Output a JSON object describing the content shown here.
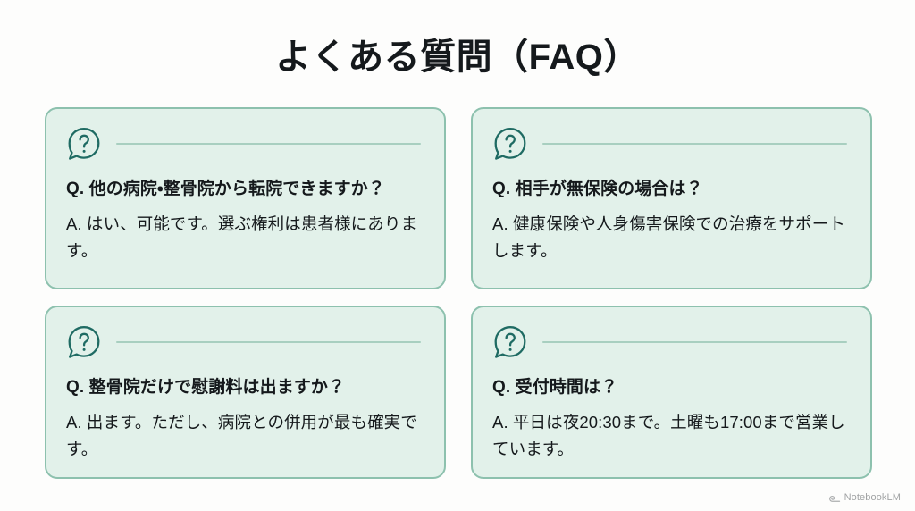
{
  "page": {
    "title": "よくある質問（FAQ）",
    "background_color": "#fdfdfc",
    "title_color": "#15191c"
  },
  "theme": {
    "card_background": "#e2f1ea",
    "card_border": "#8dc1ae",
    "icon_color": "#1f6b63",
    "rule_color": "#a8cfc0",
    "text_color": "#15191c"
  },
  "faq": {
    "icon_name": "question-speech-bubble-icon",
    "cards": [
      {
        "question": "Q. 他の病院・整骨院から転院できますか？",
        "answer": "A. はい、可能です。選ぶ権利は患者様にあります。"
      },
      {
        "question": "Q. 相手が無保険の場合は？",
        "answer": "A. 健康保険や人身傷害保険での治療をサポートします。"
      },
      {
        "question": "Q. 整骨院だけで慰謝料は出ますか？",
        "answer": "A. 出ます。ただし、病院との併用が最も確実です。"
      },
      {
        "question": "Q. 受付時間は？",
        "answer": "A. 平日は夜20:30まで。土曜も17:00まで営業しています。"
      }
    ]
  },
  "watermark": {
    "label": "NotebookLM",
    "icon_name": "notebooklm-logo-icon"
  }
}
